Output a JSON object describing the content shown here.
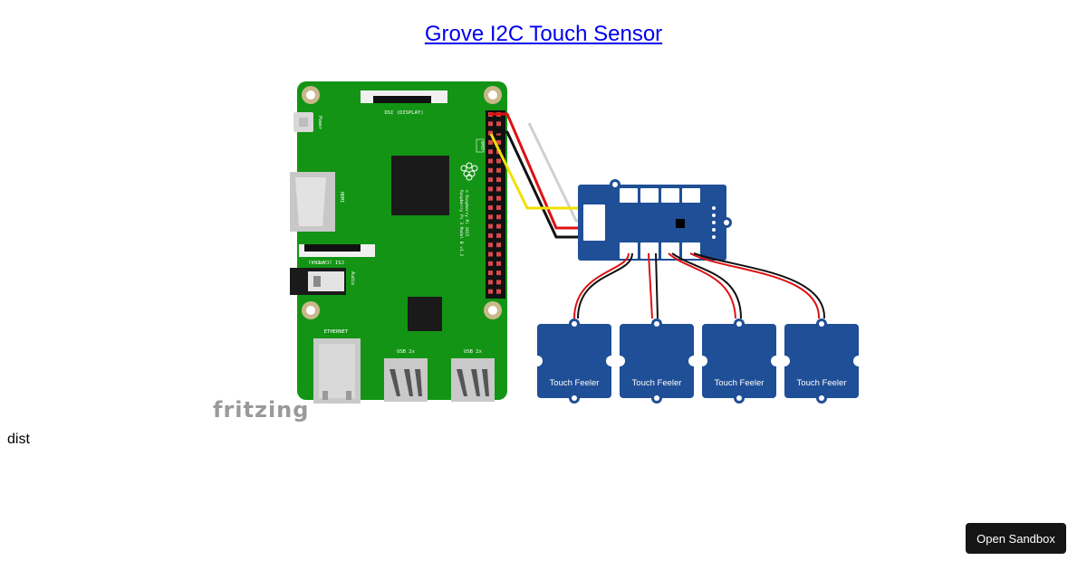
{
  "page": {
    "title_link": "Grove I2C Touch Sensor",
    "body_text": "dist",
    "sandbox_button": "Open Sandbox"
  },
  "diagram": {
    "watermark": "fritzing",
    "pi_labels": {
      "display": "DSI (DISPLAY)",
      "power": "Power",
      "hdmi": "HDMI",
      "camera": "CSI (CAMERA)",
      "audio": "Audio",
      "ethernet": "ETHERNET",
      "usb1": "USB 2x",
      "usb2": "USB 2x",
      "gpio": "GPIO",
      "model_line1": "Raspberry Pi 3 Model B v1.2",
      "model_line2": "© Raspberry Pi 2015"
    },
    "feelers": [
      "Touch Feeler",
      "Touch Feeler",
      "Touch Feeler",
      "Touch Feeler"
    ],
    "colors": {
      "pi_board": "#149414",
      "grove_board": "#1f4f96",
      "wire_red": "#dd1111",
      "wire_black": "#111111",
      "wire_yellow": "#f2e000",
      "wire_white": "#d0d0d0"
    }
  }
}
